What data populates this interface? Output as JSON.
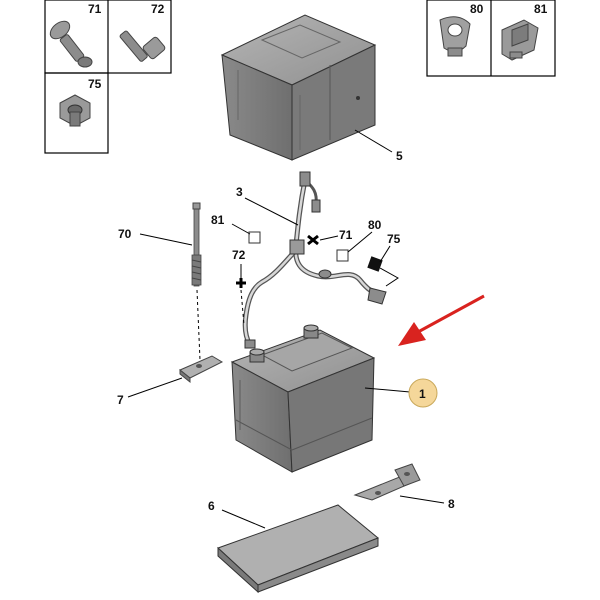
{
  "labels": {
    "p71": "71",
    "p72": "72",
    "p75": "75",
    "p80": "80",
    "p81": "81",
    "cover": "5",
    "cable": "3",
    "rod": "70",
    "c81": "81",
    "c71": "71",
    "c80": "80",
    "c75": "75",
    "c72": "72",
    "clamp": "7",
    "battery": "1",
    "tray": "6",
    "bracket": "8"
  },
  "colors": {
    "highlight": "#f5d79a",
    "arrow": "#d9231f",
    "part": "#8c8c8c"
  }
}
